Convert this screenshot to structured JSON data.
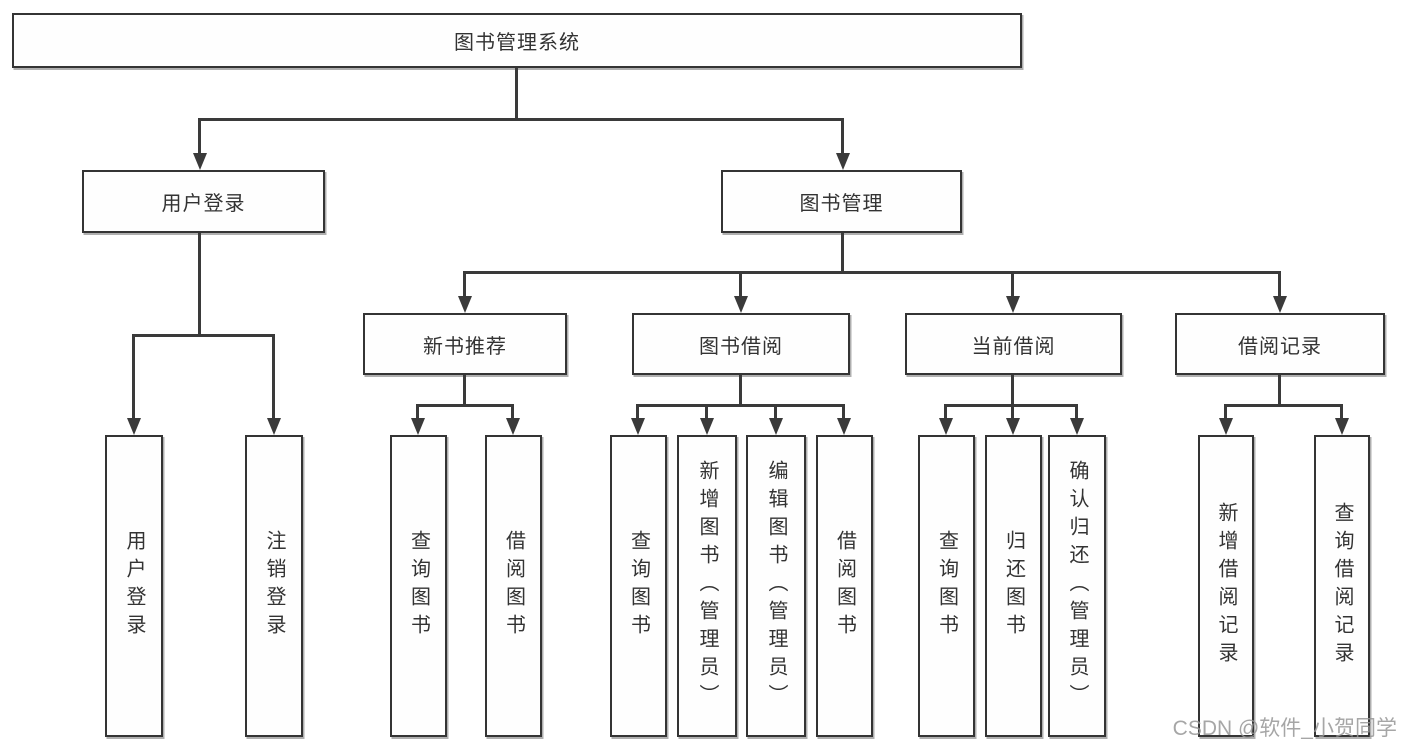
{
  "diagram": {
    "type": "hierarchy-tree",
    "title": "图书管理系统"
  },
  "tree": {
    "root": {
      "label": "图书管理系统",
      "children": [
        {
          "label": "用户登录",
          "children": [
            {
              "label": "用户登录"
            },
            {
              "label": "注销登录"
            }
          ]
        },
        {
          "label": "图书管理",
          "children": [
            {
              "label": "新书推荐",
              "children": [
                {
                  "label": "查询图书"
                },
                {
                  "label": "借阅图书"
                }
              ]
            },
            {
              "label": "图书借阅",
              "children": [
                {
                  "label": "查询图书"
                },
                {
                  "label": "新增图书（管理员）"
                },
                {
                  "label": "编辑图书（管理员）"
                },
                {
                  "label": "借阅图书"
                }
              ]
            },
            {
              "label": "当前借阅",
              "children": [
                {
                  "label": "查询图书"
                },
                {
                  "label": "归还图书"
                },
                {
                  "label": "确认归还（管理员）"
                }
              ]
            },
            {
              "label": "借阅记录",
              "children": [
                {
                  "label": "新增借阅记录"
                },
                {
                  "label": "查询借阅记录"
                }
              ]
            }
          ]
        }
      ]
    }
  },
  "watermark": "CSDN @软件_小贺同学",
  "colors": {
    "line": "#3a3a3a",
    "box_border": "#343434",
    "box_background": "#fefefe",
    "text": "#333333",
    "watermark": "#969696"
  }
}
